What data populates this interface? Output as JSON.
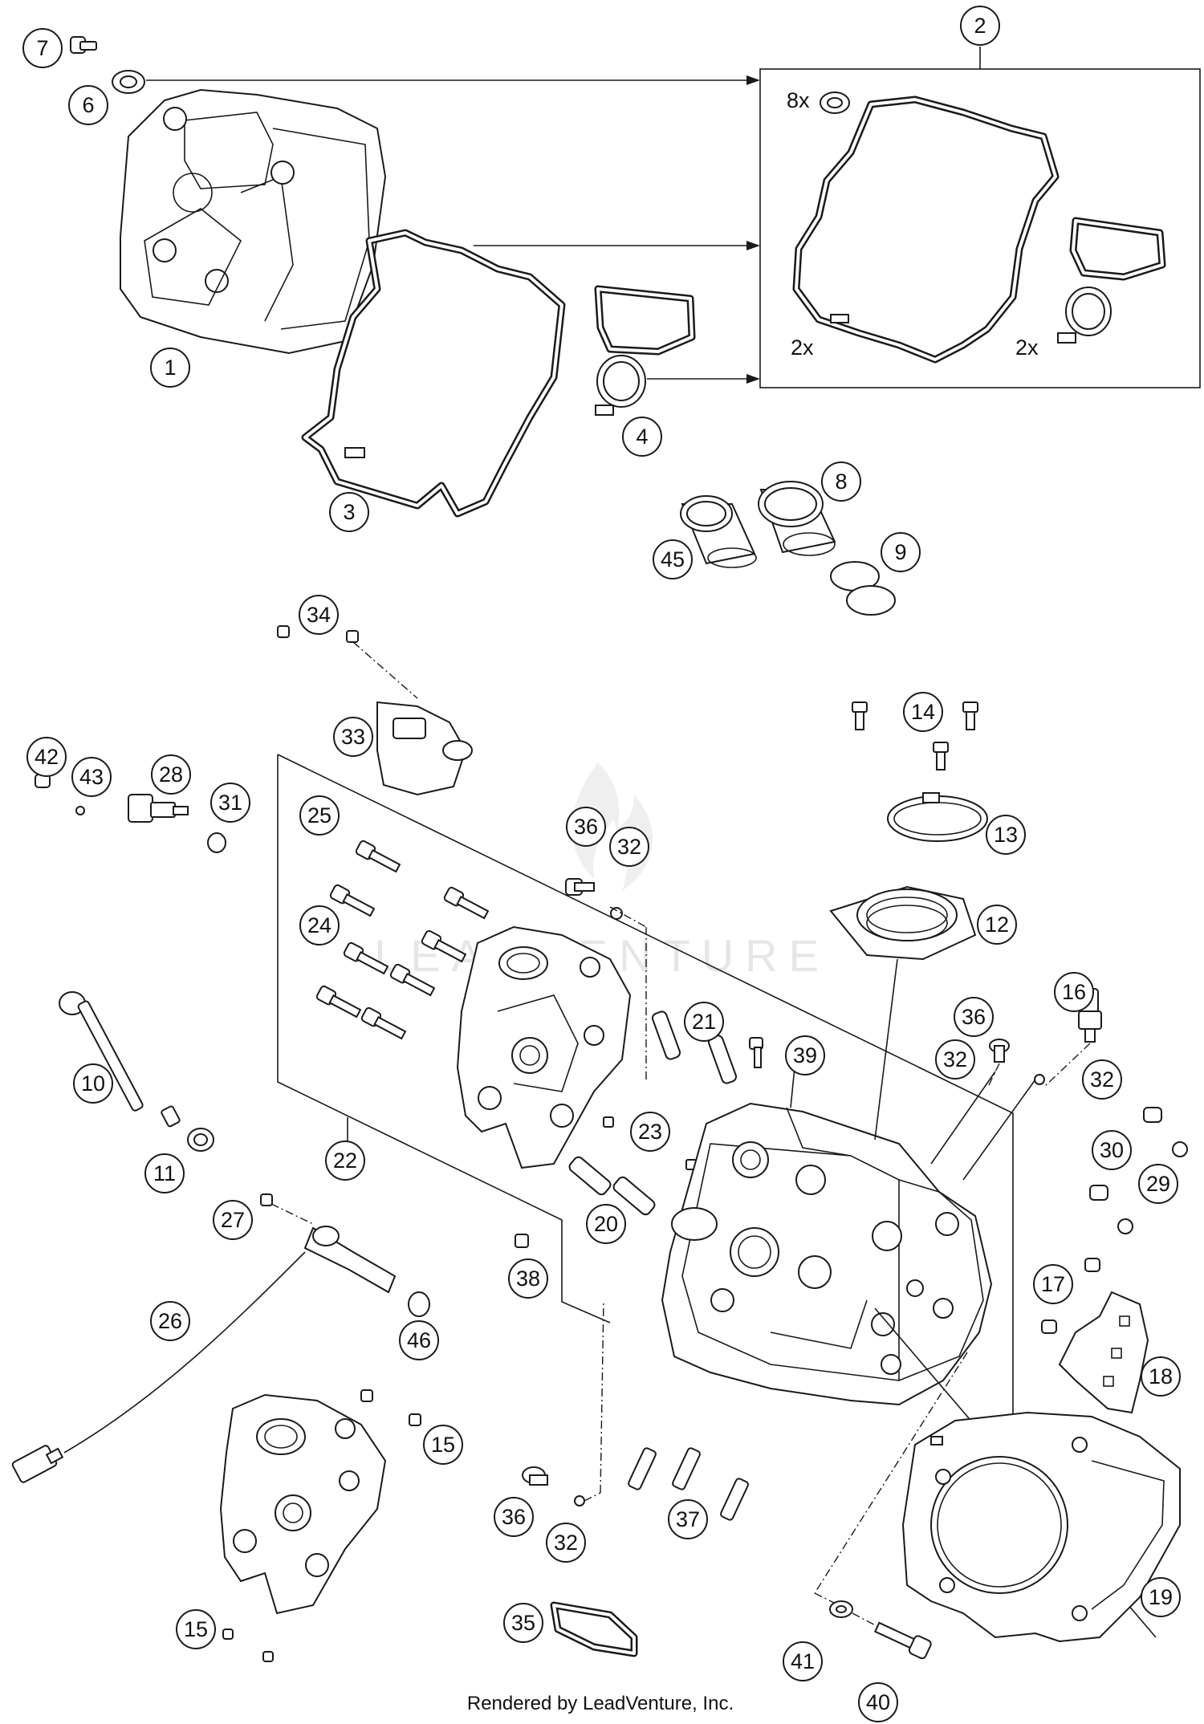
{
  "footer": "Rendered by LeadVenture, Inc.",
  "watermark": "LEADVENTURE",
  "quantities": {
    "seal_qty": "8x",
    "gasket_qty": "2x",
    "spark_gasket_qty": "2x"
  },
  "callouts": [
    "1",
    "2",
    "3",
    "4",
    "6",
    "7",
    "8",
    "9",
    "45",
    "10",
    "11",
    "12",
    "13",
    "14",
    "15",
    "15",
    "16",
    "17",
    "18",
    "19",
    "20",
    "21",
    "22",
    "23",
    "24",
    "25",
    "26",
    "27",
    "28",
    "29",
    "30",
    "31",
    "32",
    "32",
    "32",
    "32",
    "33",
    "34",
    "35",
    "36",
    "36",
    "36",
    "37",
    "38",
    "39",
    "40",
    "41",
    "42",
    "43",
    "46"
  ],
  "colors": {
    "line": "#1a1a1a",
    "background": "#ffffff",
    "watermark": "#e6e6e6"
  }
}
